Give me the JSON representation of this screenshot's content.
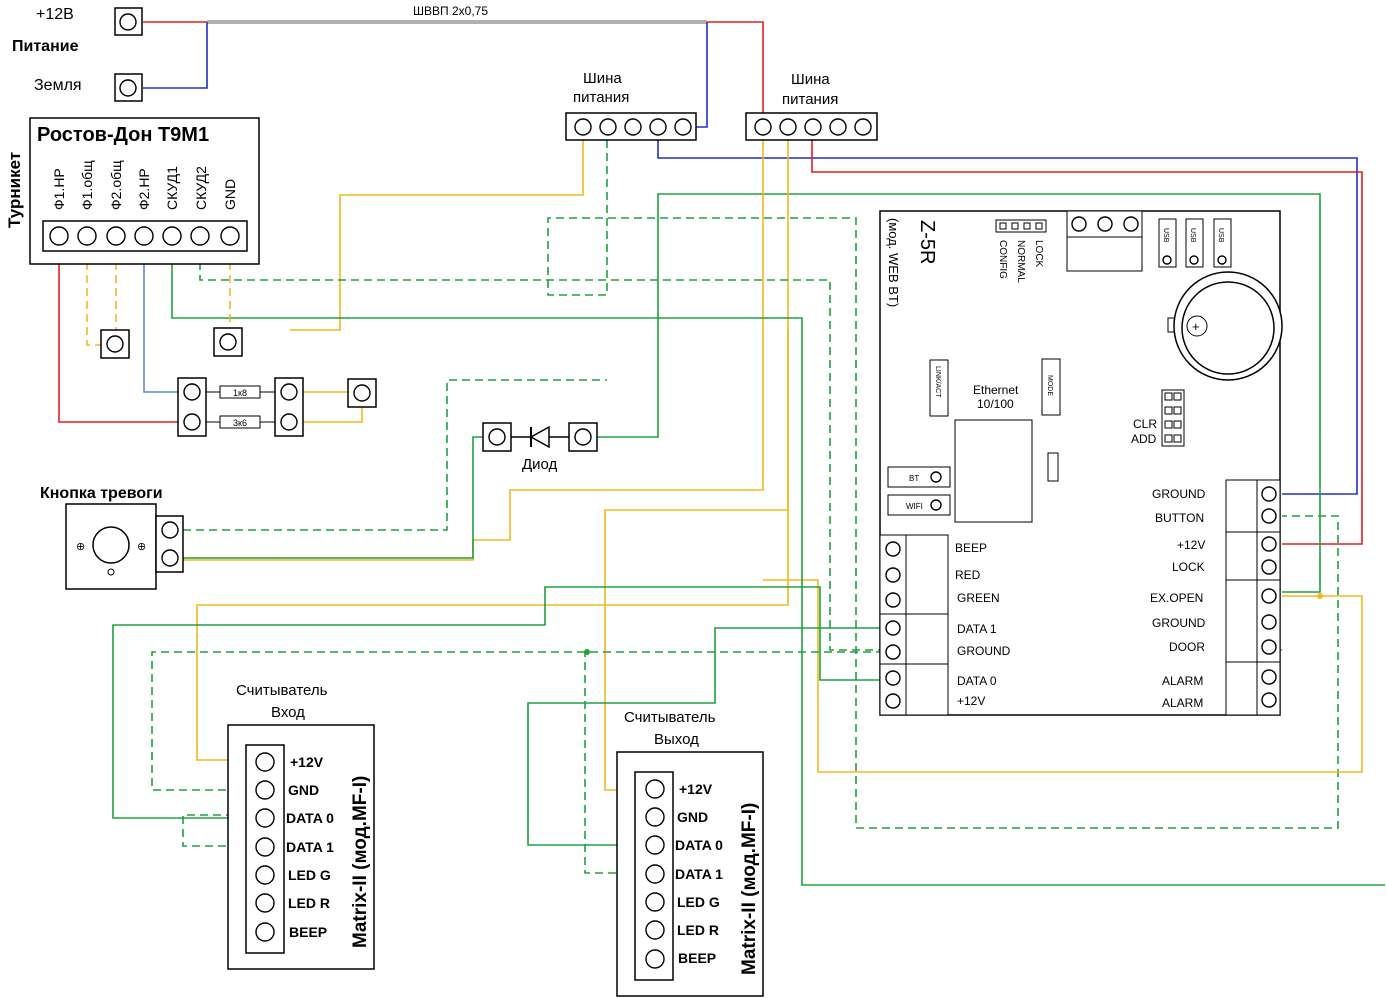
{
  "power": {
    "plus": "+12В",
    "title": "Питание",
    "ground": "Земля",
    "cable": "ШВВП 2х0,75"
  },
  "bus": {
    "left_line1": "Шина",
    "left_line2": "питания",
    "right_line1": "Шина",
    "right_line2": "питания"
  },
  "turnstile": {
    "side_label": "Турникет",
    "title": "Ростов-Дон  Т9М1",
    "pins": [
      "Ф1.НР",
      "Ф1.общ",
      "Ф2.общ",
      "Ф2.НР",
      "СКУД1",
      "СКУД2",
      "GND"
    ]
  },
  "resistors": {
    "r1": "1к8",
    "r2": "3к6"
  },
  "diode": {
    "label": "Диод"
  },
  "alarm_button": {
    "label": "Кнопка тревоги"
  },
  "controller": {
    "model": "Z-5R",
    "sub": "(мод. WEB BT)",
    "jumpers": [
      "LOCK",
      "NORMAL",
      "CONFIG"
    ],
    "ethernet_line1": "Ethernet",
    "ethernet_line2": "10/100",
    "link_act": "LINK/ACT",
    "mode": "MODE",
    "bt": "BT",
    "wifi": "WIFI",
    "usb": [
      "USB",
      "USB",
      "USB"
    ],
    "clr": "CLR",
    "add": "ADD",
    "left_terminals": [
      "BEEP",
      "RED",
      "GREEN",
      "DATA 1",
      "GROUND",
      "DATA 0",
      "+12V"
    ],
    "right_terminals": [
      "GROUND",
      "BUTTON",
      "+12V",
      "LOCK",
      "EX.OPEN",
      "GROUND",
      "DOOR",
      "ALARM",
      "ALARM"
    ]
  },
  "reader_in": {
    "line1": "Считыватель",
    "line2": "Вход",
    "model": "Matrix-II (мод.MF-I)",
    "pins": [
      "+12V",
      "GND",
      "DATA 0",
      "DATA 1",
      "LED G",
      "LED R",
      "BEEP"
    ]
  },
  "reader_out": {
    "line1": "Считыватель",
    "line2": "Выход",
    "model": "Matrix-II (мод.MF-I)",
    "pins": [
      "+12V",
      "GND",
      "DATA 0",
      "DATA 1",
      "LED G",
      "LED R",
      "BEEP"
    ]
  },
  "wire_colors": {
    "plus12": "#e02020",
    "ground": "#2030c0",
    "signal_green": "#20a040",
    "signal_yellow": "#f0b820",
    "ground_blue_light": "#5a8ad0",
    "cable_gray": "#b0b0b0"
  }
}
